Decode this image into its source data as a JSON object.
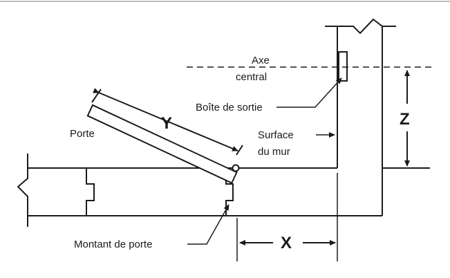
{
  "labels": {
    "axe_line1": "Axe",
    "axe_line2": "central",
    "boite": "Boîte de sortie",
    "porte": "Porte",
    "surface_line1": "Surface",
    "surface_line2": "du mur",
    "montant": "Montant de porte",
    "dim_x": "X",
    "dim_y": "Y",
    "dim_z": "Z"
  }
}
